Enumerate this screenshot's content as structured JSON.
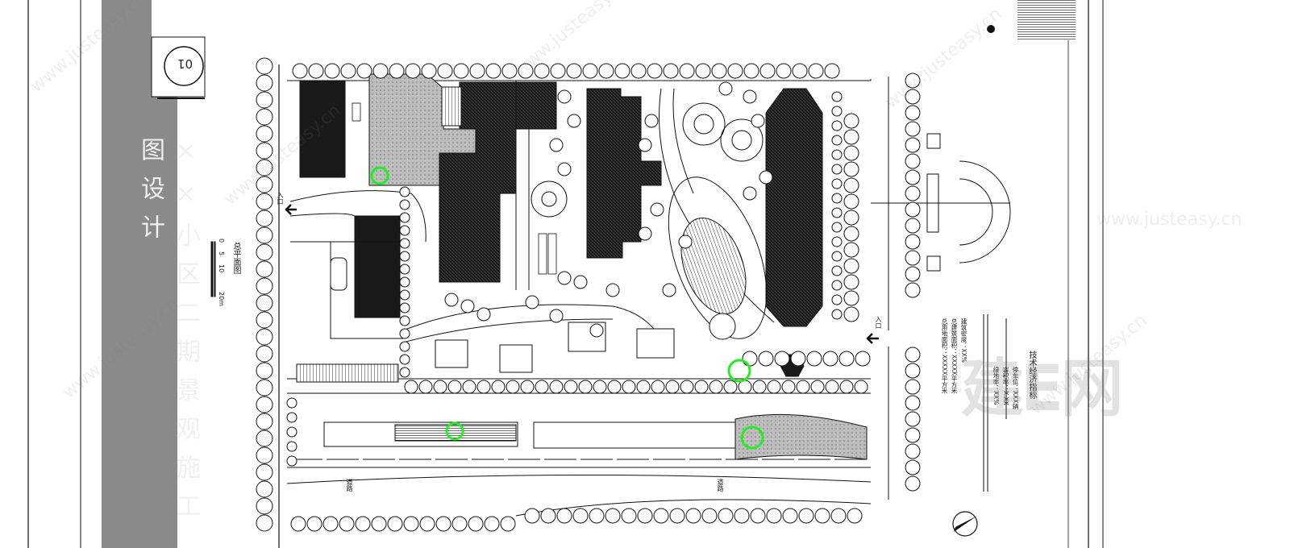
{
  "sheet": {
    "sheet_number": "01",
    "title_vertical": "××小区二期景观施工图设计",
    "drawing_name": "总平面图",
    "scale_labels": [
      "0",
      "5",
      "10",
      "20m"
    ]
  },
  "road_labels": [
    "入口",
    "道路",
    "道路",
    "入口"
  ],
  "notes_title": "技术经济指标",
  "notes_lines": [
    "总用地面积：XXXXX平方米",
    "总建筑面积：XXXXX平方米",
    "建筑密度：XX%",
    "绿地率：XX%",
    "容积率：X.XX",
    "停车位：XXX辆"
  ],
  "watermark": {
    "text": "www.justeasy.cn",
    "logo_text": "建E网"
  },
  "colors": {
    "line": "#111111",
    "building_fill": "#1a1a1a",
    "paving_fill": "#b9b9b9",
    "highlight_tree": "#22ee22",
    "background": "#ffffff"
  },
  "icons": {
    "north_arrow": "north-arrow-icon",
    "entry_arrow": "arrow-icon",
    "sheet_circle": "sheet-number-icon"
  }
}
